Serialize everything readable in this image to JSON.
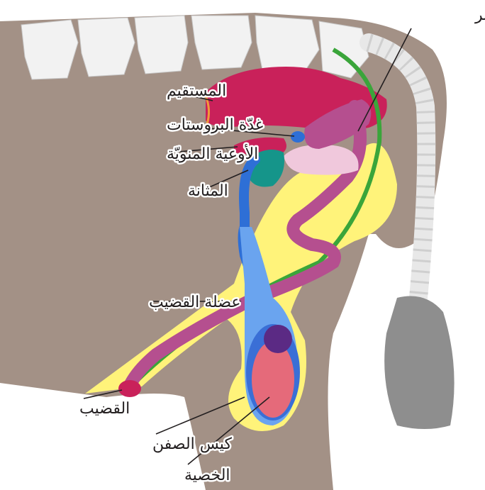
{
  "labels": {
    "cowper": "غدة كوبر",
    "rectum": "المستقيم",
    "prostate": "غدّة البروستات",
    "vas_deferens": "الأوعية المنويّة",
    "bladder": "المثانة",
    "penis_muscle": "عضلة القضيب",
    "penis": "القضيب",
    "scrotum": "كيس الصفن",
    "testis": "الخصية"
  },
  "colors": {
    "body": "#a39186",
    "fat": "#fff37a",
    "bone": "#f2f2f2",
    "rectum": "#c9215a",
    "urethra": "#b54f8f",
    "muscle": "#3aa53a",
    "vas": "#2e6fd6",
    "bladder": "#15958a",
    "testis": "#7b3a9e"
  }
}
